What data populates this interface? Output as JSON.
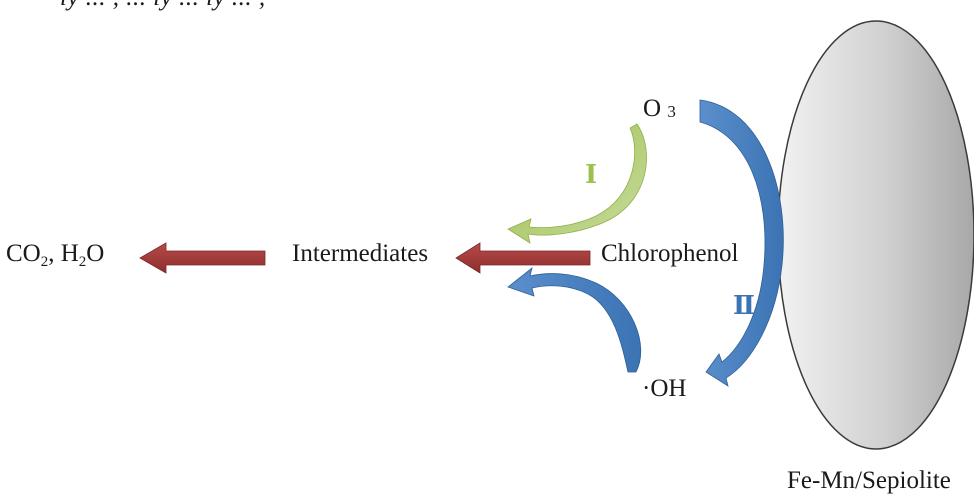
{
  "top_text": "ly  ... ,   ... ly  ... ly ... ,",
  "labels": {
    "product_prefix": "CO",
    "product_sub1": "2",
    "product_mid": ", H",
    "product_sub2": "2",
    "product_suffix": "O",
    "intermediates": "Intermediates",
    "chlorophenol": "Chlorophenol",
    "ozone_main": "O",
    "ozone_sub": "3",
    "hydroxyl": "·OH",
    "catalyst": "Fe-Mn/Sepiolite",
    "pathway_1": "Ⅰ",
    "pathway_2": "Ⅱ"
  },
  "colors": {
    "red_arrow": "#b84a48",
    "red_arrow_dark": "#8c2f2e",
    "green_arrow": "#9cbf4e",
    "blue_arrow": "#3b73b3",
    "blue_arrow_light": "#5b8fcc",
    "roman_1": "#9cbf4e",
    "roman_2": "#3b73b3",
    "ellipse_light": "#f2f2f2",
    "ellipse_dark": "#a8a8a8"
  }
}
